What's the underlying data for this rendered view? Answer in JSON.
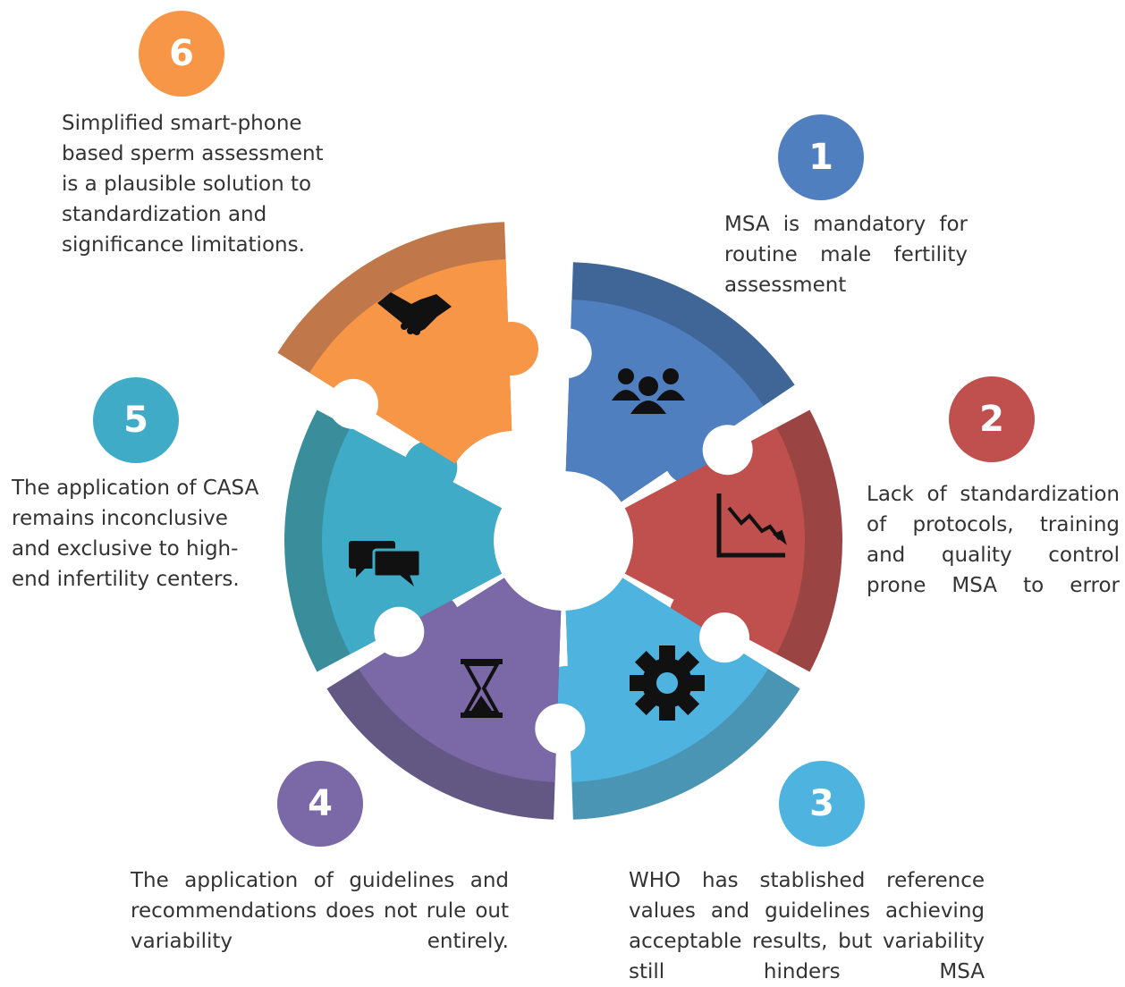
{
  "steps": [
    {
      "number": "1",
      "text": "MSA is mandatory for routine male fertility assessment",
      "color": "#4f7fbf",
      "dark": "#3f6697",
      "icon": "people-group-icon"
    },
    {
      "number": "2",
      "text": "Lack of standardization of protocols, training and quality control prone MSA to error",
      "color": "#c0504d",
      "dark": "#9a4544",
      "icon": "declining-chart-icon"
    },
    {
      "number": "3",
      "text": "WHO has stablished reference values and guidelines achieving acceptable results, but variability still hinders MSA",
      "color": "#4fb3e0",
      "dark": "#4a94b4",
      "icon": "gear-icon"
    },
    {
      "number": "4",
      "text": "The application of guidelines and recommendations does not rule out variability entirely.",
      "color": "#7b68a6",
      "dark": "#635784",
      "icon": "hourglass-icon"
    },
    {
      "number": "5",
      "text": "The application of CASA remains inconclusive and exclusive to high-end infertility centers.",
      "color": "#3fabc6",
      "dark": "#3a8e9c",
      "icon": "chat-bubbles-icon"
    },
    {
      "number": "6",
      "text": "Simplified smart-phone based sperm assessment is a plausible solution to standardization and significance limitations.",
      "color": "#f79646",
      "dark": "#c0784a",
      "icon": "handshake-icon"
    }
  ]
}
